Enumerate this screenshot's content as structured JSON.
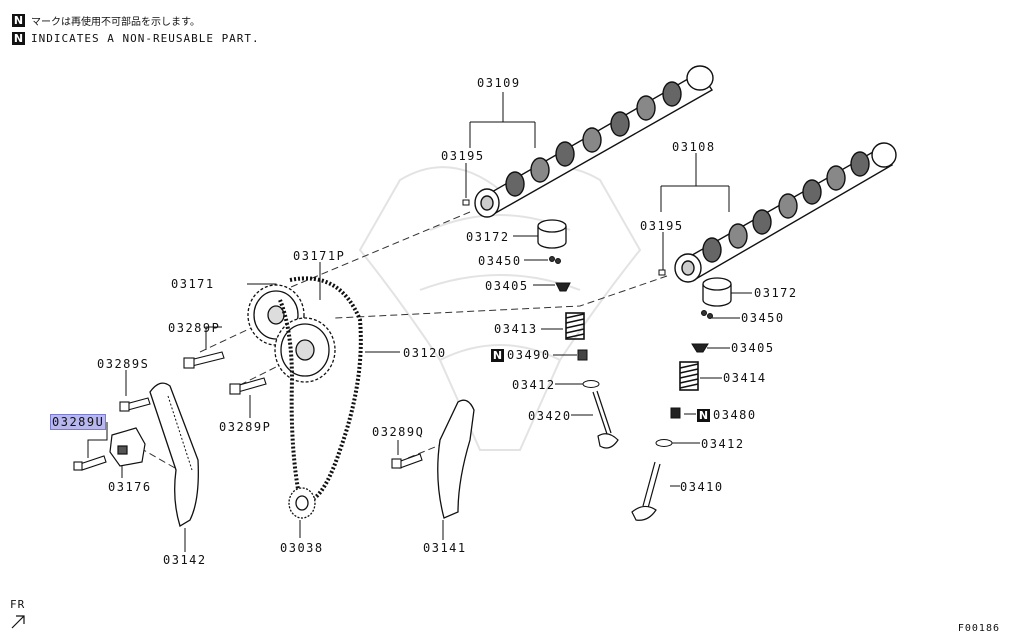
{
  "notes": {
    "jp": "マークは再使用不可部品を示します。",
    "en": "INDICATES A NON-REUSABLE PART.",
    "mark": "N"
  },
  "labels": {
    "p03109": "03109",
    "p03195a": "03195",
    "p03108": "03108",
    "p03195b": "03195",
    "p03171p": "03171P",
    "p03171": "03171",
    "p03172a": "03172",
    "p03450a": "03450",
    "p03405a": "03405",
    "p03172b": "03172",
    "p03450b": "03450",
    "p03405b": "03405",
    "p03289p_a": "03289P",
    "p03413": "03413",
    "p03120": "03120",
    "p03490": "03490",
    "p03414": "03414",
    "p03289s": "03289S",
    "p03412a": "03412",
    "p03289p_b": "03289P",
    "p03420": "03420",
    "p03480": "03480",
    "p03289u": "03289U",
    "p03289q": "03289Q",
    "p03412b": "03412",
    "p03176": "03176",
    "p03410": "03410",
    "p03038": "03038",
    "p03141": "03141",
    "p03142": "03142"
  },
  "highlight_color": "#b8b8ee",
  "footer": {
    "direction": "FR",
    "figure_code": "F00186"
  }
}
